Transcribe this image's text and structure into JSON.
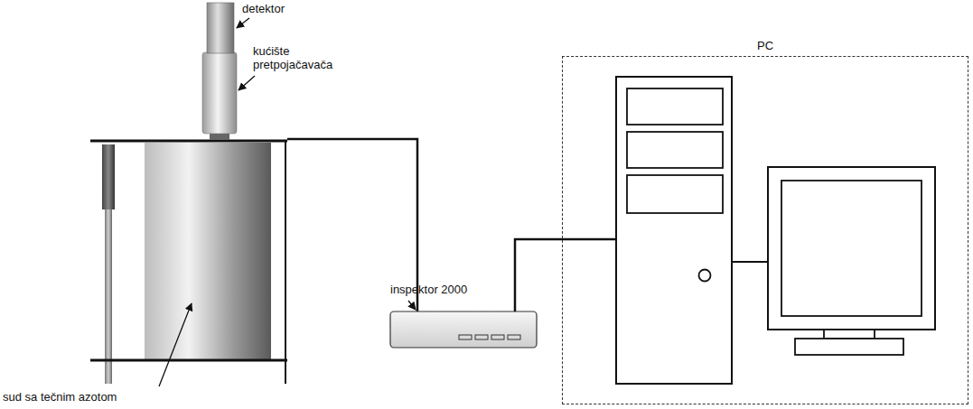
{
  "diagram": {
    "nodes": [
      {
        "text": [
          "PC"
        ]
      }
    ],
    "labels": [
      "detektor",
      "kućište pretpojačavača",
      "inspektor 2000",
      "sud sa tečnim azotom"
    ]
  }
}
